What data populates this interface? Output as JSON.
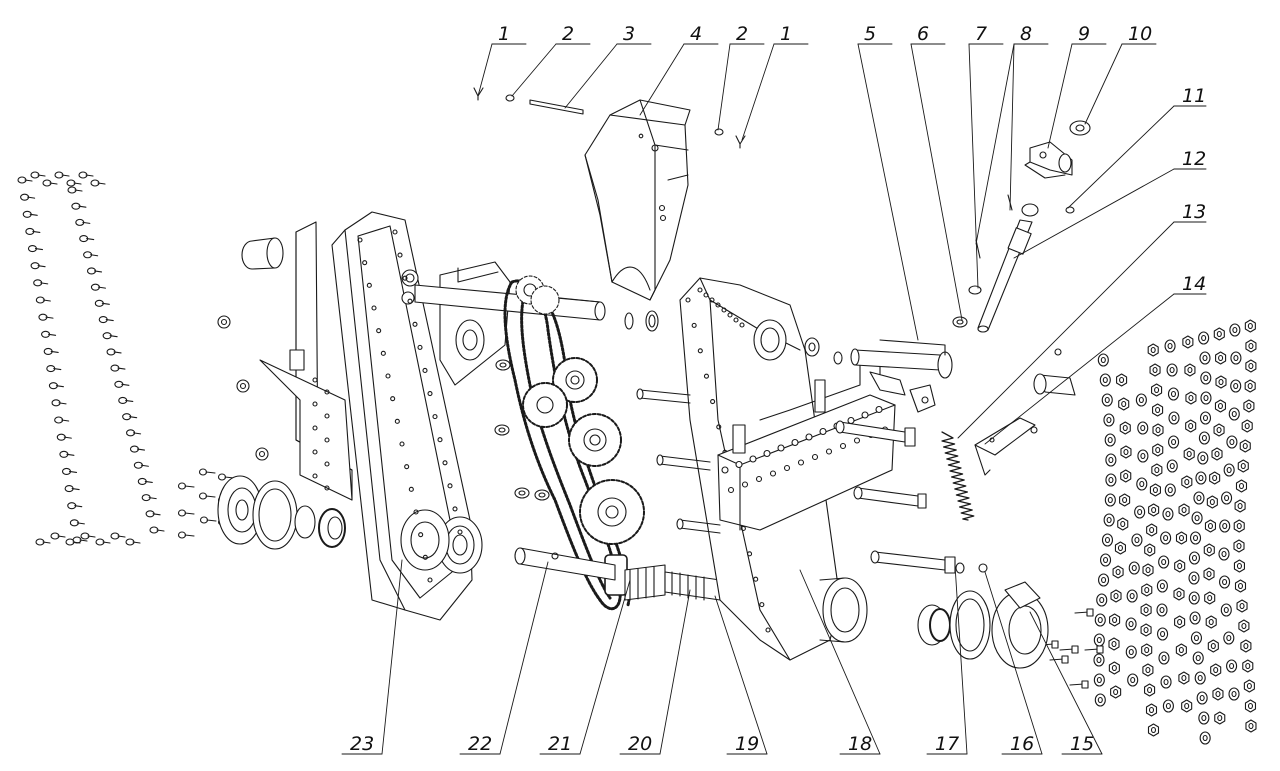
{
  "diagram": {
    "colors": {
      "line": "#1a1a1a",
      "fill": "#ffffff",
      "background": "#ffffff"
    },
    "callouts": [
      {
        "label": "1"
      },
      {
        "label": "2"
      },
      {
        "label": "3"
      },
      {
        "label": "4"
      },
      {
        "label": "2"
      },
      {
        "label": "1"
      },
      {
        "label": "5"
      },
      {
        "label": "6"
      },
      {
        "label": "7"
      },
      {
        "label": "8"
      },
      {
        "label": "9"
      },
      {
        "label": "10"
      },
      {
        "label": "11"
      },
      {
        "label": "12"
      },
      {
        "label": "13"
      },
      {
        "label": "14"
      },
      {
        "label": "23"
      },
      {
        "label": "22"
      },
      {
        "label": "21"
      },
      {
        "label": "20"
      },
      {
        "label": "19"
      },
      {
        "label": "18"
      },
      {
        "label": "17"
      },
      {
        "label": "16"
      },
      {
        "label": "15"
      }
    ]
  }
}
